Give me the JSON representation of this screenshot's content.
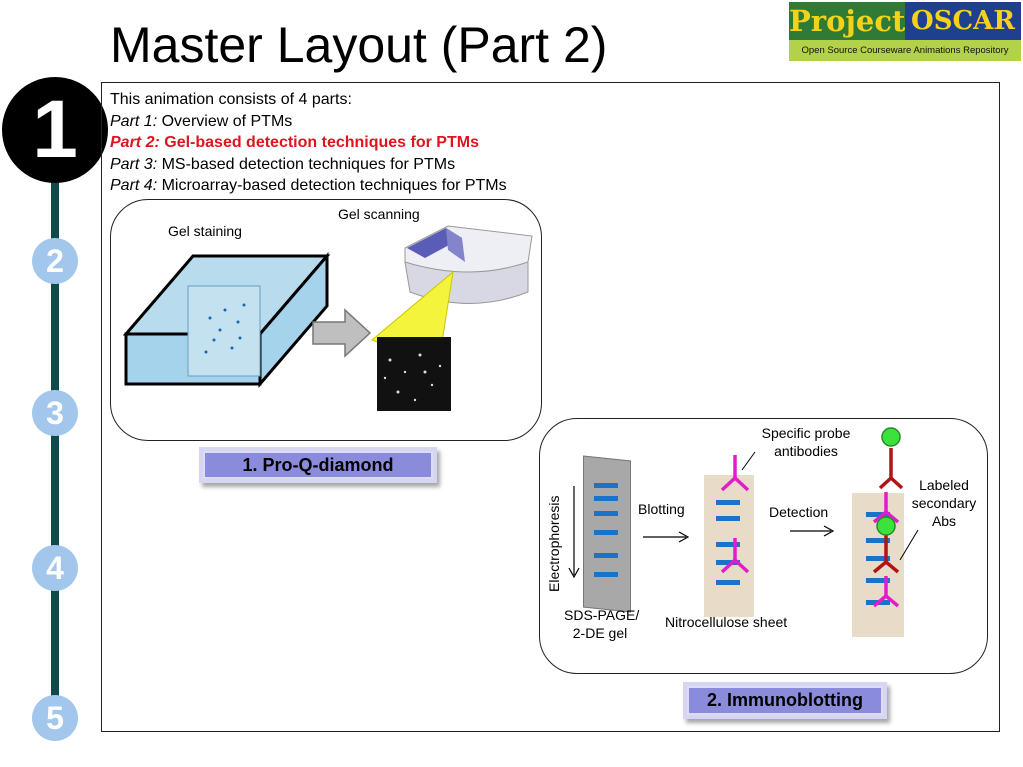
{
  "header": {
    "title": "Master Layout (Part 2)"
  },
  "logo": {
    "line1_left": "Project",
    "line1_right": "OSCAR",
    "tagline": "Open Source Courseware Animations Repository"
  },
  "timeline": {
    "steps": [
      "1",
      "2",
      "3",
      "4",
      "5"
    ],
    "active_step": "1"
  },
  "intro": {
    "heading": "This animation consists of 4 parts:",
    "parts": [
      {
        "label": "Part 1:",
        "text": "Overview of PTMs"
      },
      {
        "label": "Part 2:",
        "text": "Gel-based detection techniques for PTMs"
      },
      {
        "label": "Part 3:",
        "text": "MS-based detection techniques for PTMs"
      },
      {
        "label": "Part 4:",
        "text": "Microarray-based detection techniques for PTMs"
      }
    ]
  },
  "panel1": {
    "gel_staining": "Gel staining",
    "gel_scanning": "Gel scanning",
    "button": "1. Pro-Q-diamond"
  },
  "panel2": {
    "electrophoresis": "Electrophoresis",
    "blotting": "Blotting",
    "detection": "Detection",
    "gel_label_1": "SDS-PAGE/",
    "gel_label_2": "2-DE gel",
    "nitro": "Nitrocellulose sheet",
    "probe_1": "Specific probe",
    "probe_2": "antibodies",
    "labeled_1": "Labeled",
    "labeled_2": "secondary",
    "labeled_3": "Abs",
    "button": "2. Immunoblotting"
  },
  "colors": {
    "accent_red": "#e0141e",
    "step_blue": "#a3c7ec",
    "timeline": "#0f4a4a",
    "antibody_pink": "#e01ec8",
    "antibody_red": "#b01414",
    "band_blue": "#1a73c8"
  }
}
